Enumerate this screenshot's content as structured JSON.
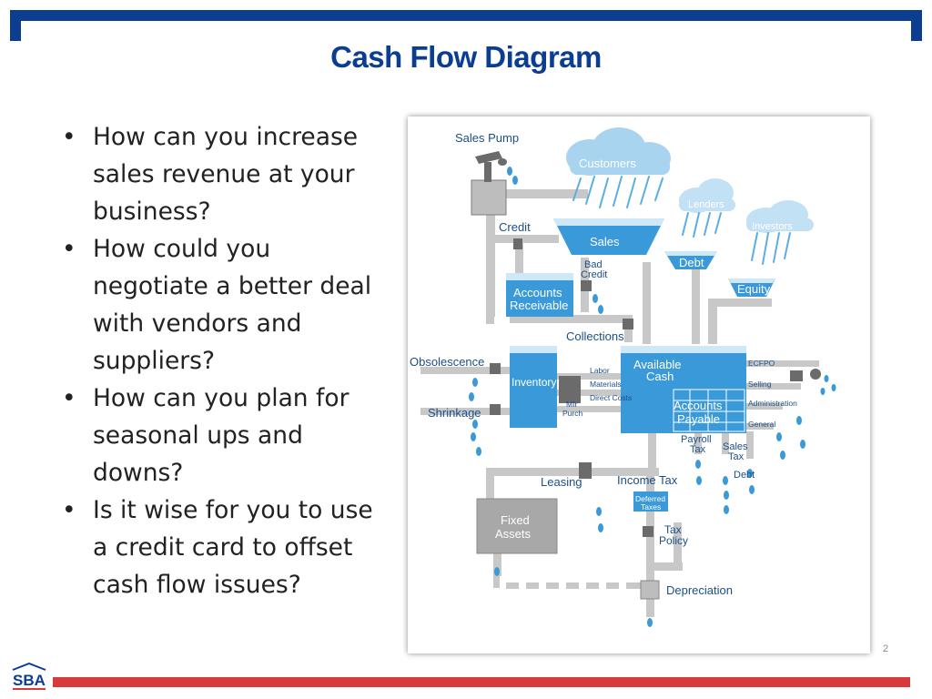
{
  "slide": {
    "title": "Cash Flow Diagram",
    "page_number": "2",
    "logo_text": "SBA"
  },
  "bullets": [
    "How can you increase sales revenue at your business?",
    "How could you negotiate a better deal with vendors and suppliers?",
    "How can you plan for seasonal ups and downs?",
    "Is it wise for you to use a credit card to offset cash flow issues?"
  ],
  "diagram": {
    "sales_pump": "Sales Pump",
    "customers": "Customers",
    "lenders": "Lenders",
    "investors": "Investors",
    "credit": "Credit",
    "sales": "Sales",
    "debt_top": "Debt",
    "equity": "Equity",
    "bad_credit_1": "Bad",
    "bad_credit_2": "Credit",
    "ar_1": "Accounts",
    "ar_2": "Receivable",
    "collections": "Collections",
    "obsolescence": "Obsolescence",
    "inventory": "Inventory",
    "shrinkage": "Shrinkage",
    "labor": "Labor",
    "materials": "Materials",
    "direct_costs": "Direct Costs",
    "mfr_1": "Mfr",
    "mfr_2": "Purch",
    "available_1": "Available",
    "available_2": "Cash",
    "ap_1": "Accounts",
    "ap_2": "Payable",
    "ecfpo": "ECFPO",
    "selling": "Selling",
    "administration": "Administration",
    "general": "General",
    "payroll_1": "Payroll",
    "payroll_2": "Tax",
    "sales_tax_1": "Sales",
    "sales_tax_2": "Tax",
    "debt_bottom": "Debt",
    "leasing": "Leasing",
    "income_tax": "Income Tax",
    "deferred_1": "Deferred",
    "deferred_2": "Taxes",
    "fixed_1": "Fixed",
    "fixed_2": "Assets",
    "tax_policy_1": "Tax",
    "tax_policy_2": "Policy",
    "depreciation": "Depreciation"
  },
  "colors": {
    "navy": "#0b3d91",
    "red": "#d63a3a",
    "water": "#3a9ad9",
    "pipe": "#c8c8c8",
    "label": "#1c4f88"
  }
}
